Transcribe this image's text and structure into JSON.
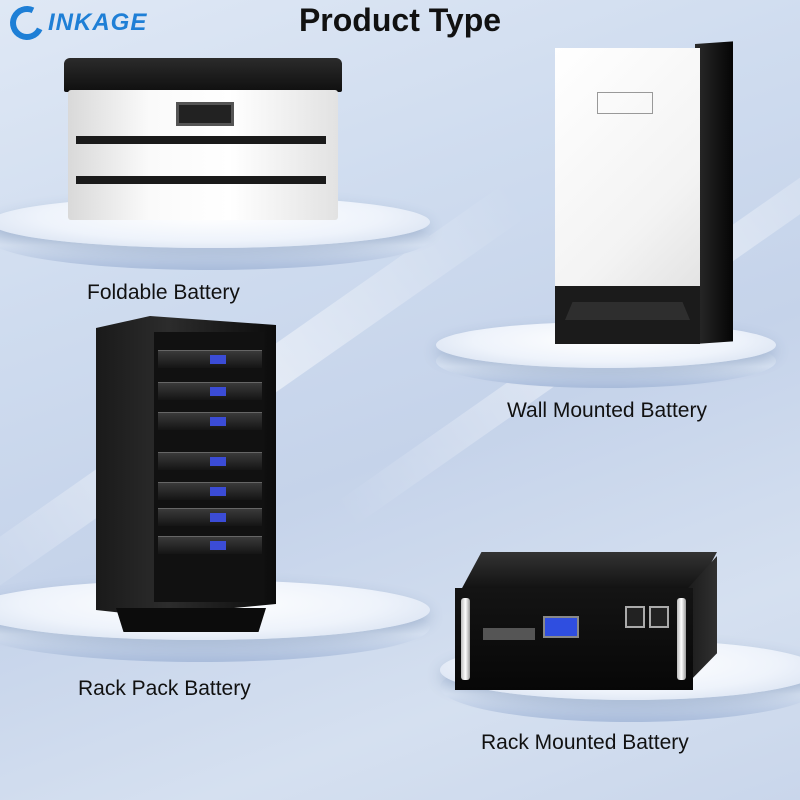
{
  "brand": {
    "logo_text": "INKAGE",
    "logo_color": "#1e7fd6"
  },
  "page_title": "Product Type",
  "products": [
    {
      "id": "foldable",
      "caption": "Foldable Battery"
    },
    {
      "id": "wall",
      "caption": "Wall Mounted Battery"
    },
    {
      "id": "rack_pack",
      "caption": "Rack Pack Battery"
    },
    {
      "id": "rack_mounted",
      "caption": "Rack Mounted Battery"
    }
  ],
  "colors": {
    "background": "#cfdcef",
    "podium": "#eef3fb",
    "text": "#111111"
  }
}
